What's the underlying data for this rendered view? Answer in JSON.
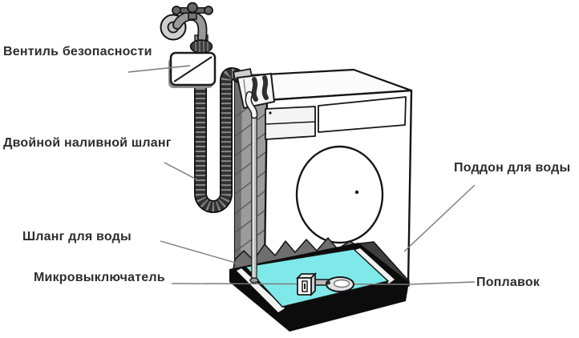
{
  "diagram": {
    "subject": "washing-machine-aquastop-scheme",
    "labels": {
      "safety_valve": "Вентиль безопасности",
      "double_hose": "Двойной наливной шланг",
      "water_hose": "Шланг для воды",
      "microswitch": "Микровыключатель",
      "water_tray": "Поддон для воды",
      "float": "Поплавок"
    },
    "parts": [
      "faucet",
      "safety-valve",
      "double-inlet-hose",
      "inlet-connector",
      "washing-machine",
      "control-panel",
      "drum-door",
      "water-hose",
      "water-tray",
      "water",
      "microswitch",
      "float"
    ],
    "colors": {
      "water": "#7fe9e9",
      "leader_line": "#7a7a7a",
      "outline": "#141414",
      "hose_dark": "#333333",
      "hose_rib": "#878787",
      "metal": "#989898",
      "side_panel": "#9c9c9c",
      "debris": "#6e6e6e",
      "tray_base": "#0c0c0c",
      "text": "#2d2d2d"
    }
  }
}
